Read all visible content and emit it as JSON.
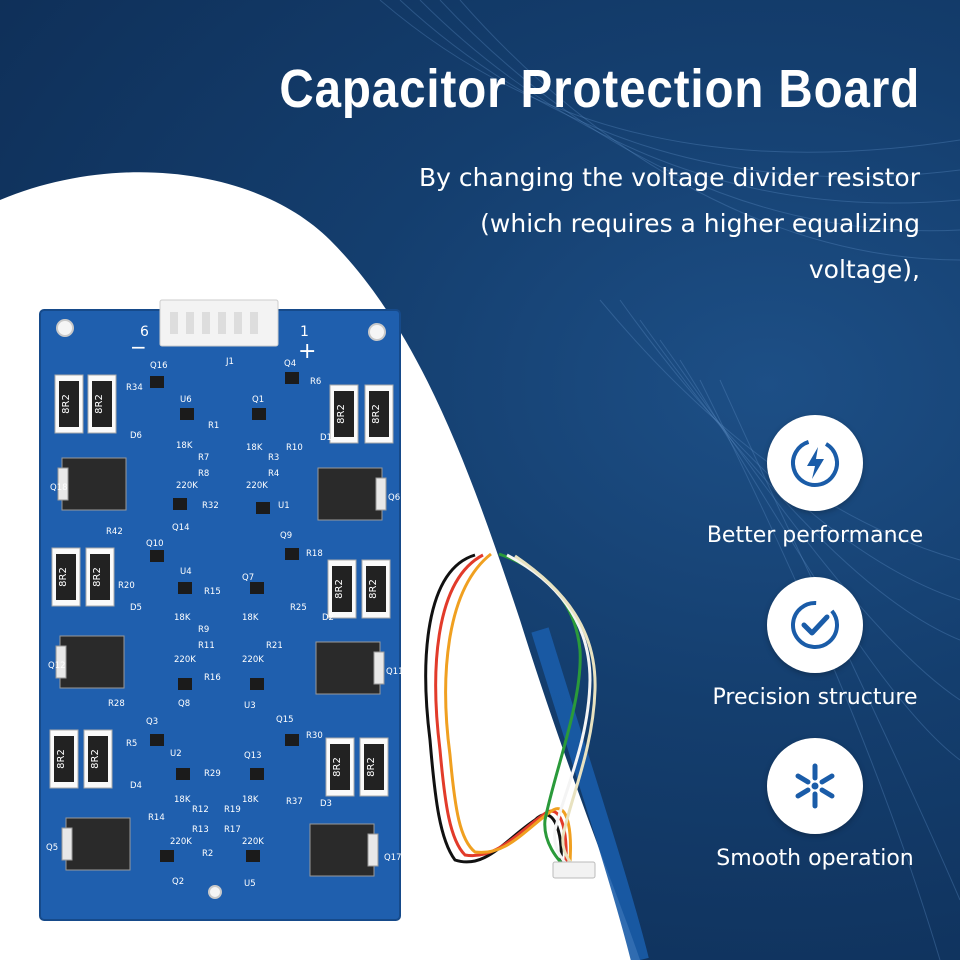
{
  "header": {
    "title": "Capacitor Protection Board",
    "subtitle_lines": [
      "By changing the voltage divider resistor",
      "(which requires a higher equalizing",
      "voltage),"
    ]
  },
  "features": [
    {
      "icon": "lightning-power-icon",
      "label": "Better performance"
    },
    {
      "icon": "check-circle-icon",
      "label": "Precision structure"
    },
    {
      "icon": "asterisk-icon",
      "label": "Smooth operation"
    }
  ],
  "board": {
    "connector_pins": [
      "6",
      "1"
    ],
    "polarity": [
      "−",
      "+"
    ],
    "resistor_marking": "8R2",
    "labels": {
      "q16": "Q16",
      "q4": "Q4",
      "r34": "R34",
      "r6": "R6",
      "u6": "U6",
      "q1": "Q1",
      "r1": "R1",
      "r10": "R10",
      "d6": "D6",
      "d1": "D1",
      "k18a": "18K",
      "r7": "R7",
      "k18b": "18K",
      "r3": "R3",
      "r8": "R8",
      "r4": "R4",
      "k220a": "220K",
      "k220b": "220K",
      "q18": "Q18",
      "q6": "Q6",
      "r32": "R32",
      "u1": "U1",
      "r42": "R42",
      "q14": "Q14",
      "q10": "Q10",
      "q9": "Q9",
      "r18": "R18",
      "u4": "U4",
      "q7": "Q7",
      "r20": "R20",
      "r15": "R15",
      "d5": "D5",
      "r25": "R25",
      "d2": "D2",
      "k18c": "18K",
      "r9": "R9",
      "k18d": "18K",
      "r11": "R11",
      "r21": "R21",
      "k220c": "220K",
      "k220d": "220K",
      "q12": "Q12",
      "q11": "Q11",
      "r16": "R16",
      "r28": "R28",
      "q8": "Q8",
      "u3": "U3",
      "q3": "Q3",
      "q15": "Q15",
      "r5": "R5",
      "r30": "R30",
      "u2": "U2",
      "q13": "Q13",
      "r29": "R29",
      "d4": "D4",
      "k18e": "18K",
      "r12": "R12",
      "k18f": "18K",
      "r19": "R19",
      "r37": "R37",
      "d3": "D3",
      "r14": "R14",
      "r13": "R13",
      "r17": "R17",
      "q5": "Q5",
      "k220e": "220K",
      "k220f": "220K",
      "r2": "R2",
      "q17": "Q17",
      "q2": "Q2",
      "u5": "U5",
      "j1": "J1"
    }
  },
  "colors": {
    "board": "#1f5fae",
    "background": "#143e6e",
    "icon_blue": "#1a5ca8",
    "wires": [
      "#111111",
      "#e23b2a",
      "#f0a020",
      "#2a9a3a",
      "#f4f4f4",
      "#e8e2c0"
    ]
  }
}
